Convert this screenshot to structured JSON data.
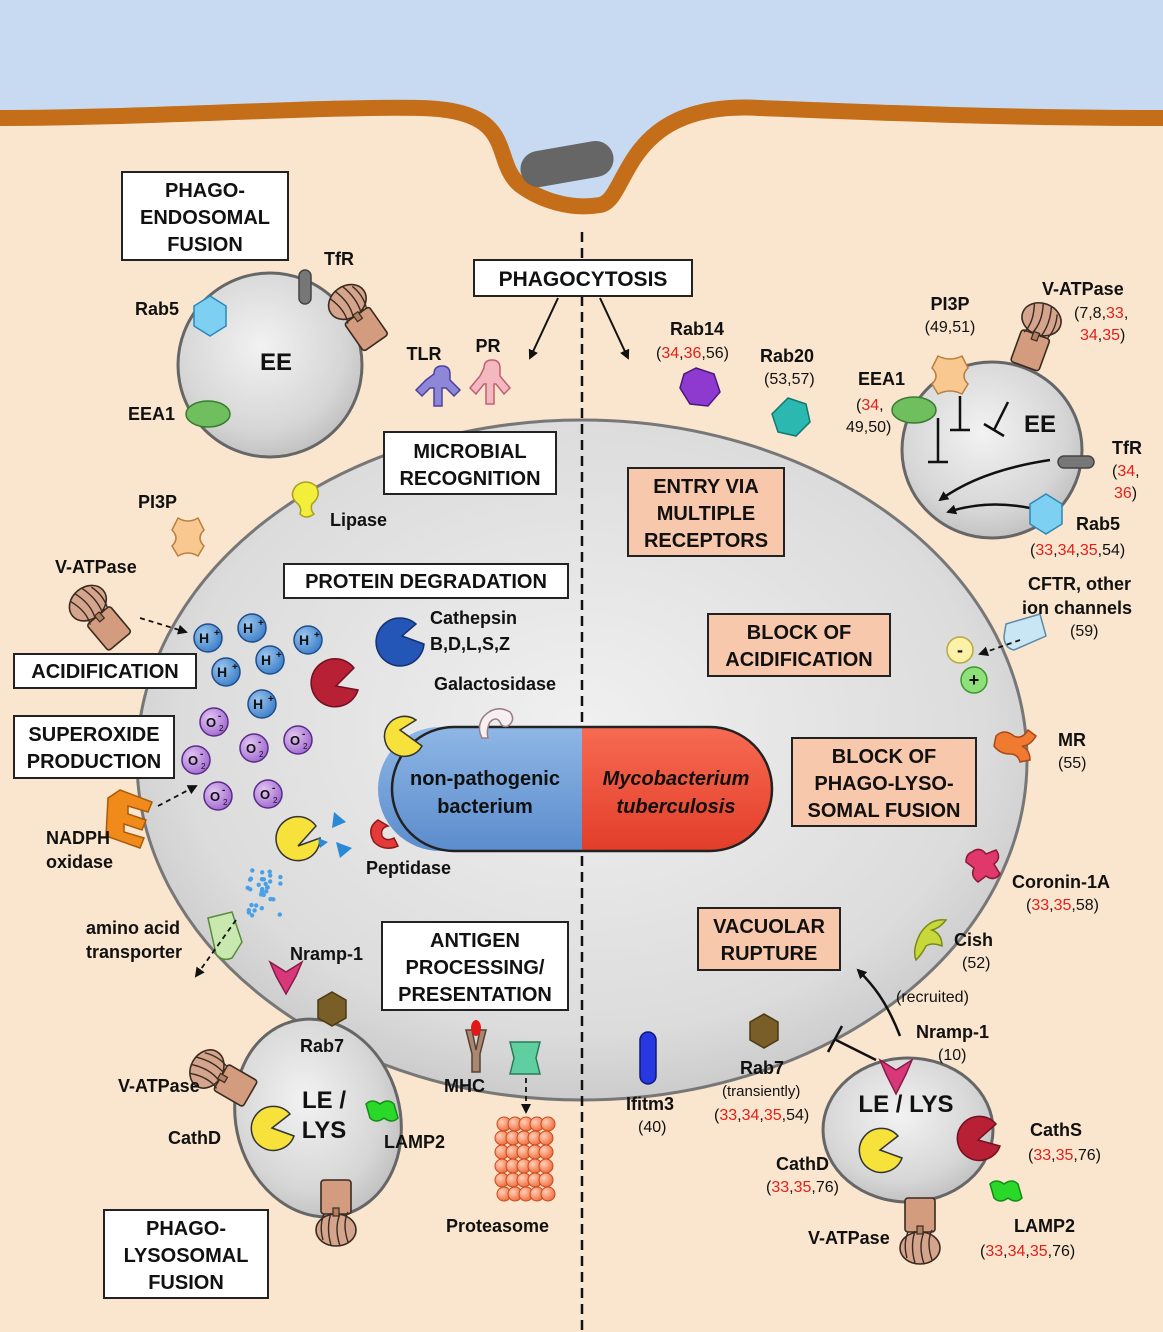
{
  "colors": {
    "background": "#fae6cf",
    "extracellular": "#c8daf2",
    "membrane": "#c46e1a",
    "vesicle": "#d8d8d8",
    "highlight_box": "#f8c8ac",
    "reference_red": "#e0201a",
    "non_pathogenic_bacterium": "#6f9fd8",
    "mycobacterium": "#f0503a"
  },
  "boxes": {
    "phago_endosomal": [
      "PHAGO-",
      "ENDOSOMAL",
      "FUSION"
    ],
    "phagocytosis": "PHAGOCYTOSIS",
    "microbial_recognition": [
      "MICROBIAL",
      "RECOGNITION"
    ],
    "protein_degradation": "PROTEIN DEGRADATION",
    "acidification": "ACIDIFICATION",
    "superoxide": [
      "SUPEROXIDE",
      "PRODUCTION"
    ],
    "antigen": [
      "ANTIGEN",
      "PROCESSING/",
      "PRESENTATION"
    ],
    "phago_lysosomal": [
      "PHAGO-",
      "LYSOSOMAL",
      "FUSION"
    ],
    "entry": [
      "ENTRY VIA",
      "MULTIPLE",
      "RECEPTORS"
    ],
    "block_acid": [
      "BLOCK OF",
      "ACIDIFICATION"
    ],
    "block_fusion": [
      "BLOCK OF",
      "PHAGO-LYSO-",
      "SOMAL FUSION"
    ],
    "vacuolar": [
      "VACUOLAR",
      "RUPTURE"
    ]
  },
  "bacteria": {
    "left": [
      "non-pathogenic",
      "bacterium"
    ],
    "right": [
      "Mycobacterium",
      "tuberculosis"
    ]
  },
  "left_labels": {
    "tfr": "TfR",
    "rab5": "Rab5",
    "ee": "EE",
    "eea1": "EEA1",
    "tlr": "TLR",
    "pr": "PR",
    "pi3p": "PI3P",
    "lipase": "Lipase",
    "vatpase": "V-ATPase",
    "cathepsin": [
      "Cathepsin",
      "B,D,L,S,Z"
    ],
    "galactosidase": "Galactosidase",
    "nadph": [
      "NADPH",
      "oxidase"
    ],
    "peptidase": "Peptidase",
    "aat": [
      "amino acid",
      "transporter"
    ],
    "nramp": "Nramp-1",
    "rab7": "Rab7",
    "lelys": [
      "LE /",
      "LYS"
    ],
    "vatpase2": "V-ATPase",
    "cathd": "CathD",
    "lamp2": "LAMP2",
    "mhc": "MHC",
    "proteasome": "Proteasome"
  },
  "ions": {
    "h": "H",
    "hplus": "+",
    "o": "O",
    "o2": "2",
    "ominus": "-"
  },
  "right_labels": {
    "rab14": "Rab14",
    "rab14_ref": [
      "(",
      "34",
      ",",
      "36",
      ",56)"
    ],
    "rab20": "Rab20",
    "rab20_ref": "(53,57)",
    "pi3p": "PI3P",
    "pi3p_ref": "(49,51)",
    "vatpase": "V-ATPase",
    "vatpase_ref1": [
      "(7,8,",
      "33",
      ","
    ],
    "vatpase_ref2": [
      "34",
      ",",
      "35",
      ")"
    ],
    "eea1": "EEA1",
    "eea1_ref1": [
      "(",
      "34",
      ","
    ],
    "eea1_ref2": "49,50)",
    "ee": "EE",
    "tfr": "TfR",
    "tfr_ref1": [
      "(",
      "34",
      ","
    ],
    "tfr_ref2": [
      "36",
      ")"
    ],
    "rab5": "Rab5",
    "rab5_ref": [
      "(",
      "33",
      ",",
      "34",
      ",",
      "35",
      ",54)"
    ],
    "cftr": [
      "CFTR, other",
      "ion channels"
    ],
    "cftr_ref": "(59)",
    "minus": "-",
    "plus": "+",
    "mr": "MR",
    "mr_ref": "(55)",
    "coronin": "Coronin-1A",
    "coronin_ref": [
      "(",
      "33",
      ",",
      "35",
      ",58)"
    ],
    "cish": "Cish",
    "cish_ref": "(52)",
    "recruited": "(recruited)",
    "nramp": "Nramp-1",
    "nramp_ref": "(10)",
    "ifitm3": "Ifitm3",
    "ifitm3_ref": "(40)",
    "rab7": "Rab7",
    "rab7_note": "(transiently)",
    "rab7_ref": [
      "(",
      "33",
      ",",
      "34",
      ",",
      "35",
      ",54)"
    ],
    "lelys": "LE / LYS",
    "cathd": "CathD",
    "cathd_ref": [
      "(",
      "33",
      ",",
      "35",
      ",76)"
    ],
    "caths": "CathS",
    "caths_ref": [
      "(",
      "33",
      ",",
      "35",
      ",76)"
    ],
    "vatpase2": "V-ATPase",
    "lamp2": "LAMP2",
    "lamp2_ref": [
      "(",
      "33",
      ",",
      "34",
      ",",
      "35",
      ",76)"
    ]
  }
}
